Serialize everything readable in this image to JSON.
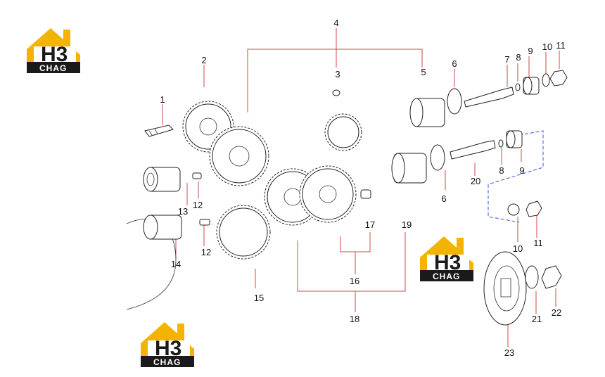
{
  "logo": {
    "mark": "H3",
    "caption": "CHAG",
    "colors": {
      "roof": "#f2b400",
      "text": "#1a1a1a",
      "caption_bg": "#1a1a1a"
    }
  },
  "callouts": [
    "1",
    "2",
    "3",
    "4",
    "5",
    "6",
    "7",
    "8",
    "9",
    "10",
    "11",
    "12",
    "12",
    "13",
    "14",
    "15",
    "16",
    "17",
    "18",
    "19",
    "20",
    "8",
    "9",
    "6",
    "10",
    "11",
    "21",
    "22",
    "23"
  ],
  "colors": {
    "leader_line": "#d64545",
    "ghost_box": "#3355cc",
    "linework": "#222222"
  }
}
